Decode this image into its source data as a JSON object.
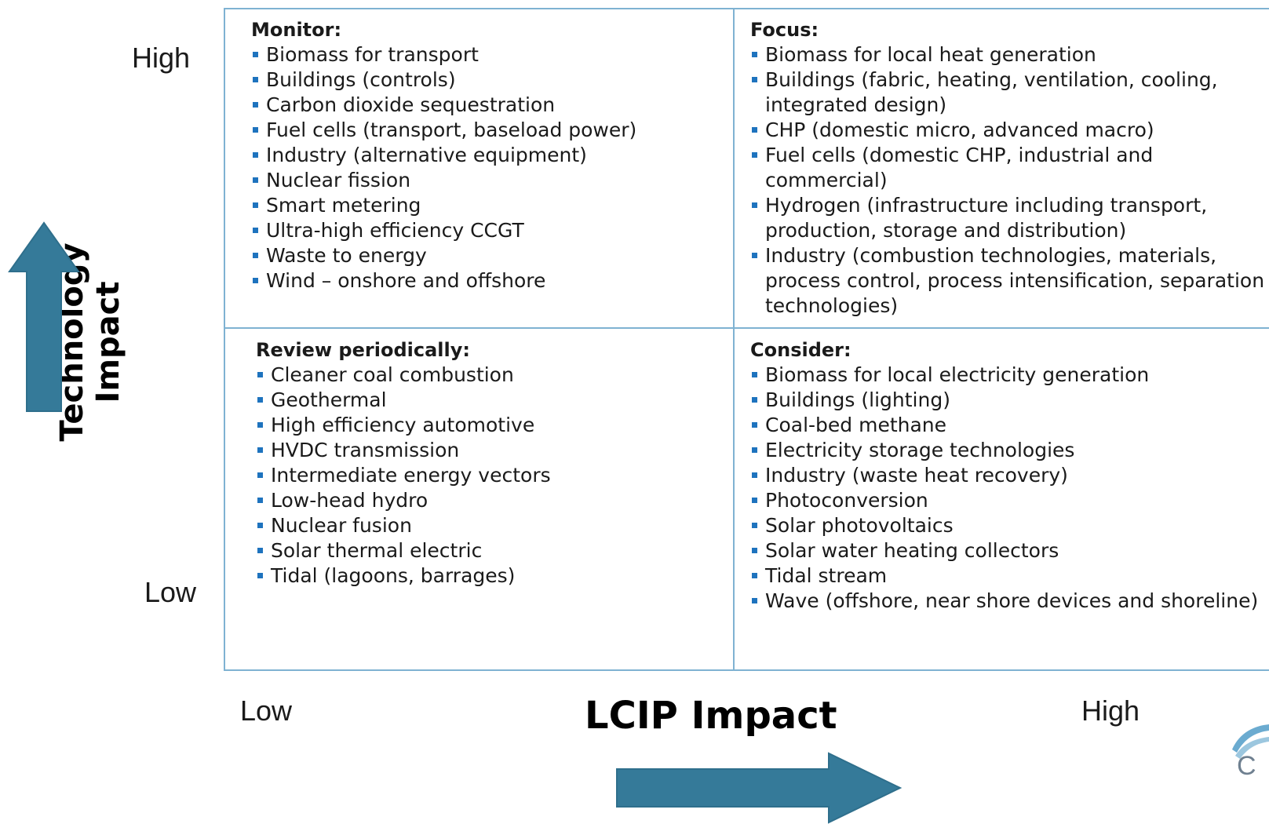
{
  "quadrants": {
    "monitor": {
      "title": "Monitor:",
      "items": [
        "Biomass for transport",
        "Buildings (controls)",
        "Carbon dioxide sequestration",
        "Fuel cells (transport, baseload power)",
        "Industry (alternative equipment)",
        "Nuclear fission",
        "Smart metering",
        "Ultra-high efficiency CCGT",
        "Waste to energy",
        "Wind – onshore and offshore"
      ]
    },
    "focus": {
      "title": "Focus:",
      "items": [
        "Biomass for local heat generation",
        "Buildings (fabric, heating, ventilation, cooling, integrated design)",
        "CHP (domestic micro, advanced macro)",
        "Fuel cells (domestic CHP, industrial and commercial)",
        "Hydrogen (infrastructure including transport, production, storage and distribution)",
        "Industry (combustion technologies, materials, process control, process intensification, separation technologies)"
      ]
    },
    "review": {
      "title": "Review periodically:",
      "items": [
        "Cleaner coal combustion",
        "Geothermal",
        "High efficiency automotive",
        "HVDC transmission",
        "Intermediate energy vectors",
        "Low-head hydro",
        "Nuclear fusion",
        "Solar thermal electric",
        "Tidal (lagoons, barrages)"
      ]
    },
    "consider": {
      "title": "Consider:",
      "items": [
        "Biomass for local electricity generation",
        "Buildings (lighting)",
        "Coal-bed methane",
        "Electricity storage technologies",
        "Industry (waste heat recovery)",
        "Photoconversion",
        "Solar photovoltaics",
        "Solar water heating collectors",
        "Tidal stream",
        "Wave (offshore, near shore devices and shoreline)"
      ]
    }
  },
  "y_axis": {
    "title_line1": "Technology",
    "title_line2": "Impact",
    "high": "High",
    "low": "Low"
  },
  "x_axis": {
    "title": "LCIP Impact",
    "low": "Low",
    "high": "High"
  },
  "logo": {
    "letter": "C"
  },
  "colors": {
    "arrow": "#357a99",
    "grid_border": "#7fb2d2",
    "bullet": "#1e73be",
    "logo_swoosh": "#3a8fc0"
  }
}
